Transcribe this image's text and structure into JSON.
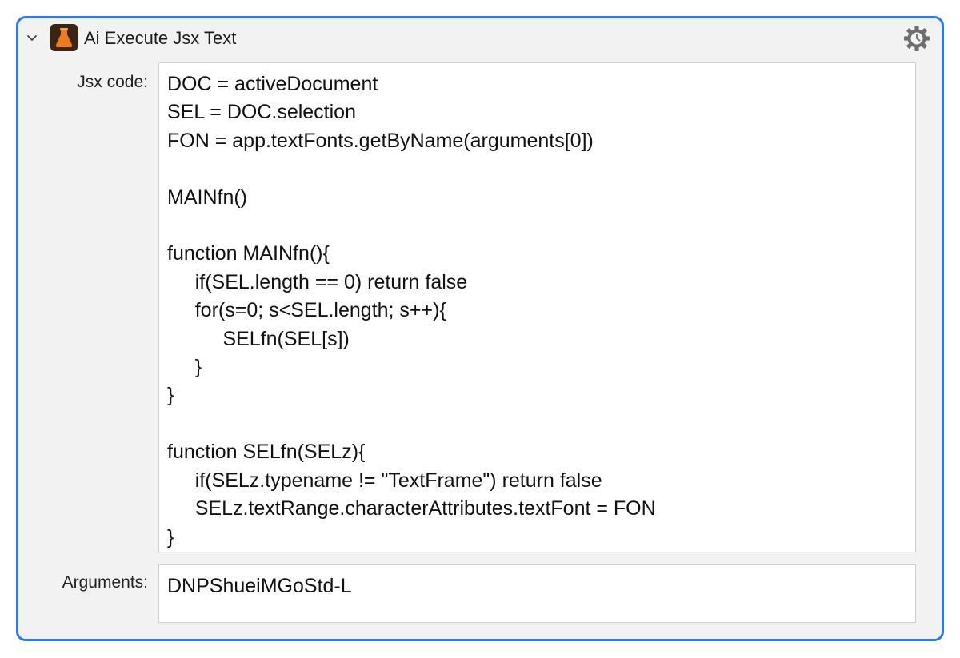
{
  "header": {
    "title": "Ai Execute Jsx Text",
    "collapse_icon": "chevron-down-icon",
    "app_icon": "illustrator-flask-icon",
    "settings_icon": "gear-clock-icon"
  },
  "fields": {
    "jsx_code": {
      "label": "Jsx code:",
      "value": "DOC = activeDocument\nSEL = DOC.selection\nFON = app.textFonts.getByName(arguments[0])\n\nMAINfn()\n\nfunction MAINfn(){\n     if(SEL.length == 0) return false\n     for(s=0; s<SEL.length; s++){\n          SELfn(SEL[s])\n     }\n}\n\nfunction SELfn(SELz){\n     if(SELz.typename != \"TextFrame\") return false\n     SELz.textRange.characterAttributes.textFont = FON\n}"
    },
    "arguments": {
      "label": "Arguments:",
      "value": "DNPShueiMGoStd-L"
    }
  },
  "colors": {
    "accent": "#2f7ae5",
    "panel_bg": "#f2f2f2",
    "icon_bg": "#3a2412",
    "icon_flask": "#f07a1e"
  }
}
